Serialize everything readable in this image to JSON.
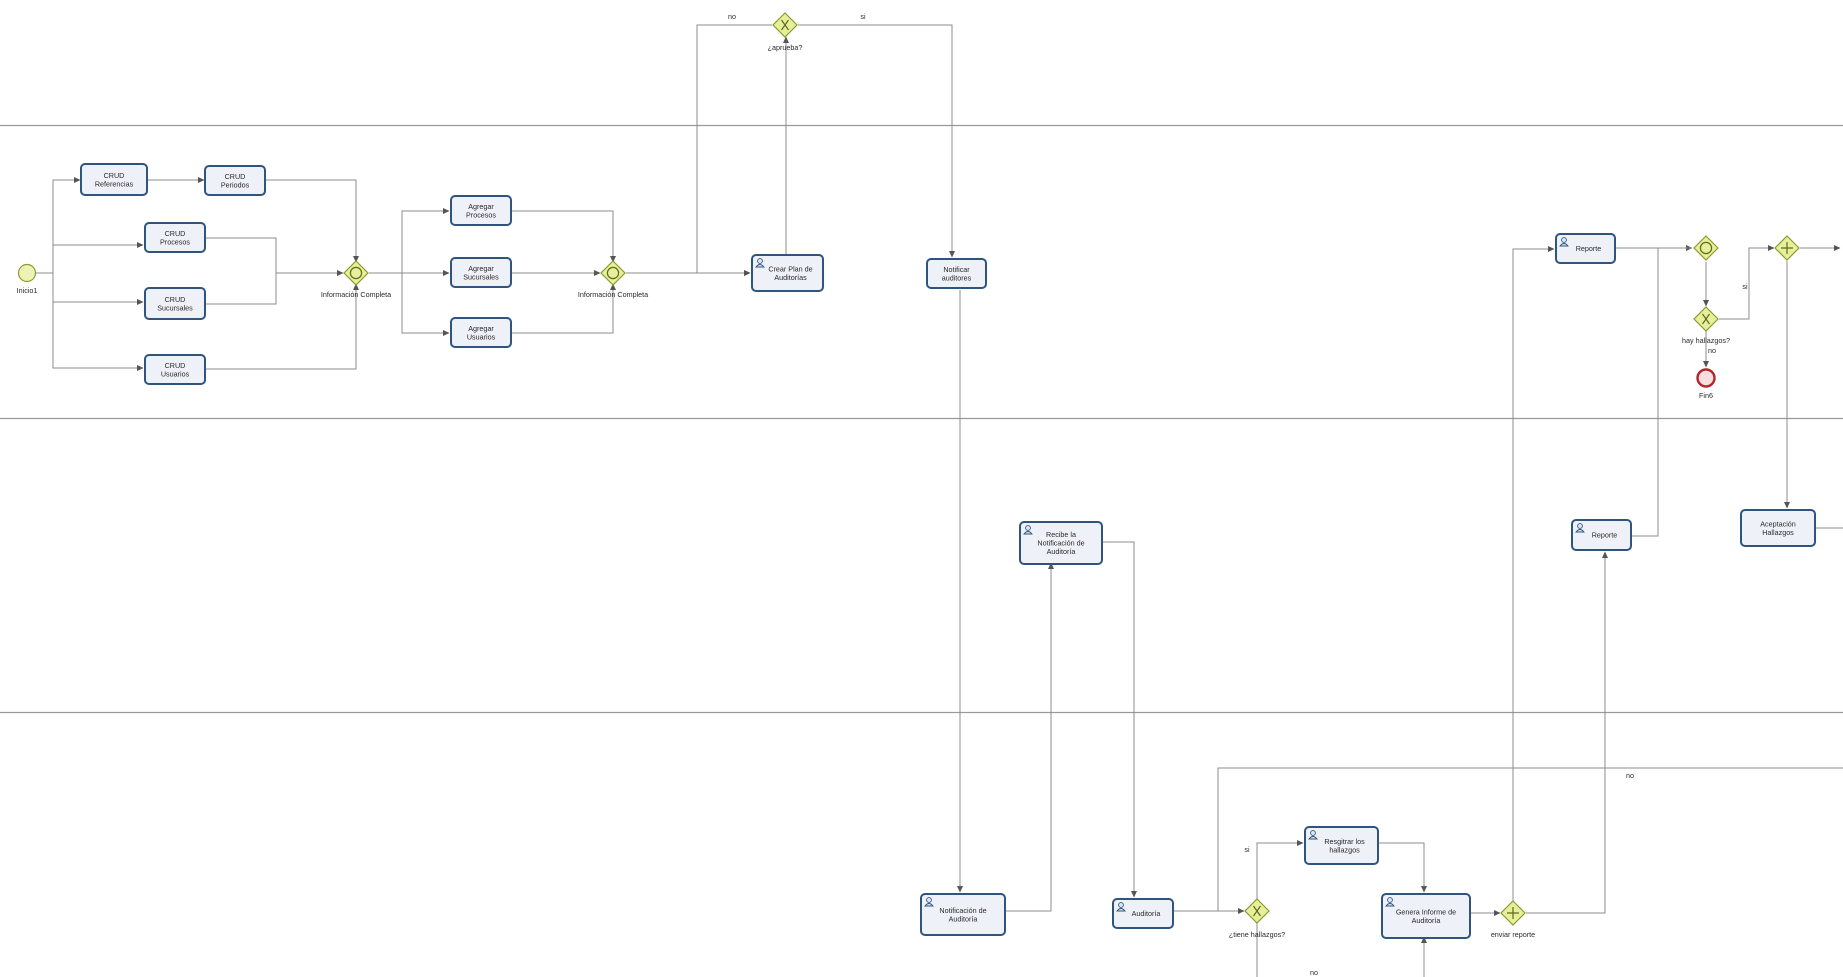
{
  "start_event": {
    "label": "Inicio1"
  },
  "end_event": {
    "label": "Fin6"
  },
  "tasks": [
    {
      "id": "crud-referencias",
      "lines": [
        "CRUD",
        "Referencias"
      ],
      "user": false
    },
    {
      "id": "crud-periodos",
      "lines": [
        "CRUD",
        "Periodos"
      ],
      "user": false
    },
    {
      "id": "crud-procesos",
      "lines": [
        "CRUD",
        "Procesos"
      ],
      "user": false
    },
    {
      "id": "crud-sucursales",
      "lines": [
        "CRUD",
        "Sucursales"
      ],
      "user": false
    },
    {
      "id": "crud-usuarios",
      "lines": [
        "CRUD",
        "Usuarios"
      ],
      "user": false
    },
    {
      "id": "agregar-procesos",
      "lines": [
        "Agregar",
        "Procesos"
      ],
      "user": false
    },
    {
      "id": "agregar-sucursales",
      "lines": [
        "Agregar",
        "Sucursales"
      ],
      "user": false
    },
    {
      "id": "agregar-usuarios",
      "lines": [
        "Agregar",
        "Usuarios"
      ],
      "user": false
    },
    {
      "id": "crear-plan",
      "lines": [
        "Crear Plan de",
        "Auditorías"
      ],
      "user": true
    },
    {
      "id": "notificar-auditores",
      "lines": [
        "Notificar",
        "auditores"
      ],
      "user": false
    },
    {
      "id": "reporte-1",
      "lines": [
        "Reporte"
      ],
      "user": true
    },
    {
      "id": "reporte-2",
      "lines": [
        "Reporte"
      ],
      "user": true
    },
    {
      "id": "aceptacion-hallazgos",
      "lines": [
        "Aceptación",
        "Hallazgos"
      ],
      "user": false
    },
    {
      "id": "recibe-notificacion",
      "lines": [
        "Recibe la",
        "Notificación de",
        "Auditoría"
      ],
      "user": true
    },
    {
      "id": "notificacion-auditoria",
      "lines": [
        "Notificación de",
        "Auditoría"
      ],
      "user": true
    },
    {
      "id": "auditoria",
      "lines": [
        "Auditoría"
      ],
      "user": true
    },
    {
      "id": "registrar-hallazgos",
      "lines": [
        "Resgitrar los",
        "hallazgos"
      ],
      "user": true
    },
    {
      "id": "genera-informe",
      "lines": [
        "Genera Informe de",
        "Auditoría"
      ],
      "user": true
    }
  ],
  "gateways": [
    {
      "id": "informacion-completa-1",
      "type": "inclusive",
      "label": "Información Completa"
    },
    {
      "id": "informacion-completa-2",
      "type": "inclusive",
      "label": "Información Completa"
    },
    {
      "id": "aprueba",
      "type": "exclusive",
      "label": "¿aprueba?"
    },
    {
      "id": "merge-reporte",
      "type": "inclusive",
      "label": ""
    },
    {
      "id": "hay-hallazgos",
      "type": "exclusive",
      "label": "hay hallazgos?"
    },
    {
      "id": "parallel-top",
      "type": "parallel",
      "label": ""
    },
    {
      "id": "tiene-hallazgos",
      "type": "exclusive",
      "label": "¿tiene hallazgos?"
    },
    {
      "id": "enviar-reporte",
      "type": "parallel",
      "label": "enviar reporte"
    }
  ],
  "flow_labels": [
    {
      "id": "aprueba-no",
      "text": "no"
    },
    {
      "id": "aprueba-si",
      "text": "si"
    },
    {
      "id": "hay-si",
      "text": "si"
    },
    {
      "id": "hay-no",
      "text": "no"
    },
    {
      "id": "tiene-si",
      "text": "si"
    },
    {
      "id": "tiene-no",
      "text": "no"
    },
    {
      "id": "loop-no",
      "text": "no"
    }
  ]
}
